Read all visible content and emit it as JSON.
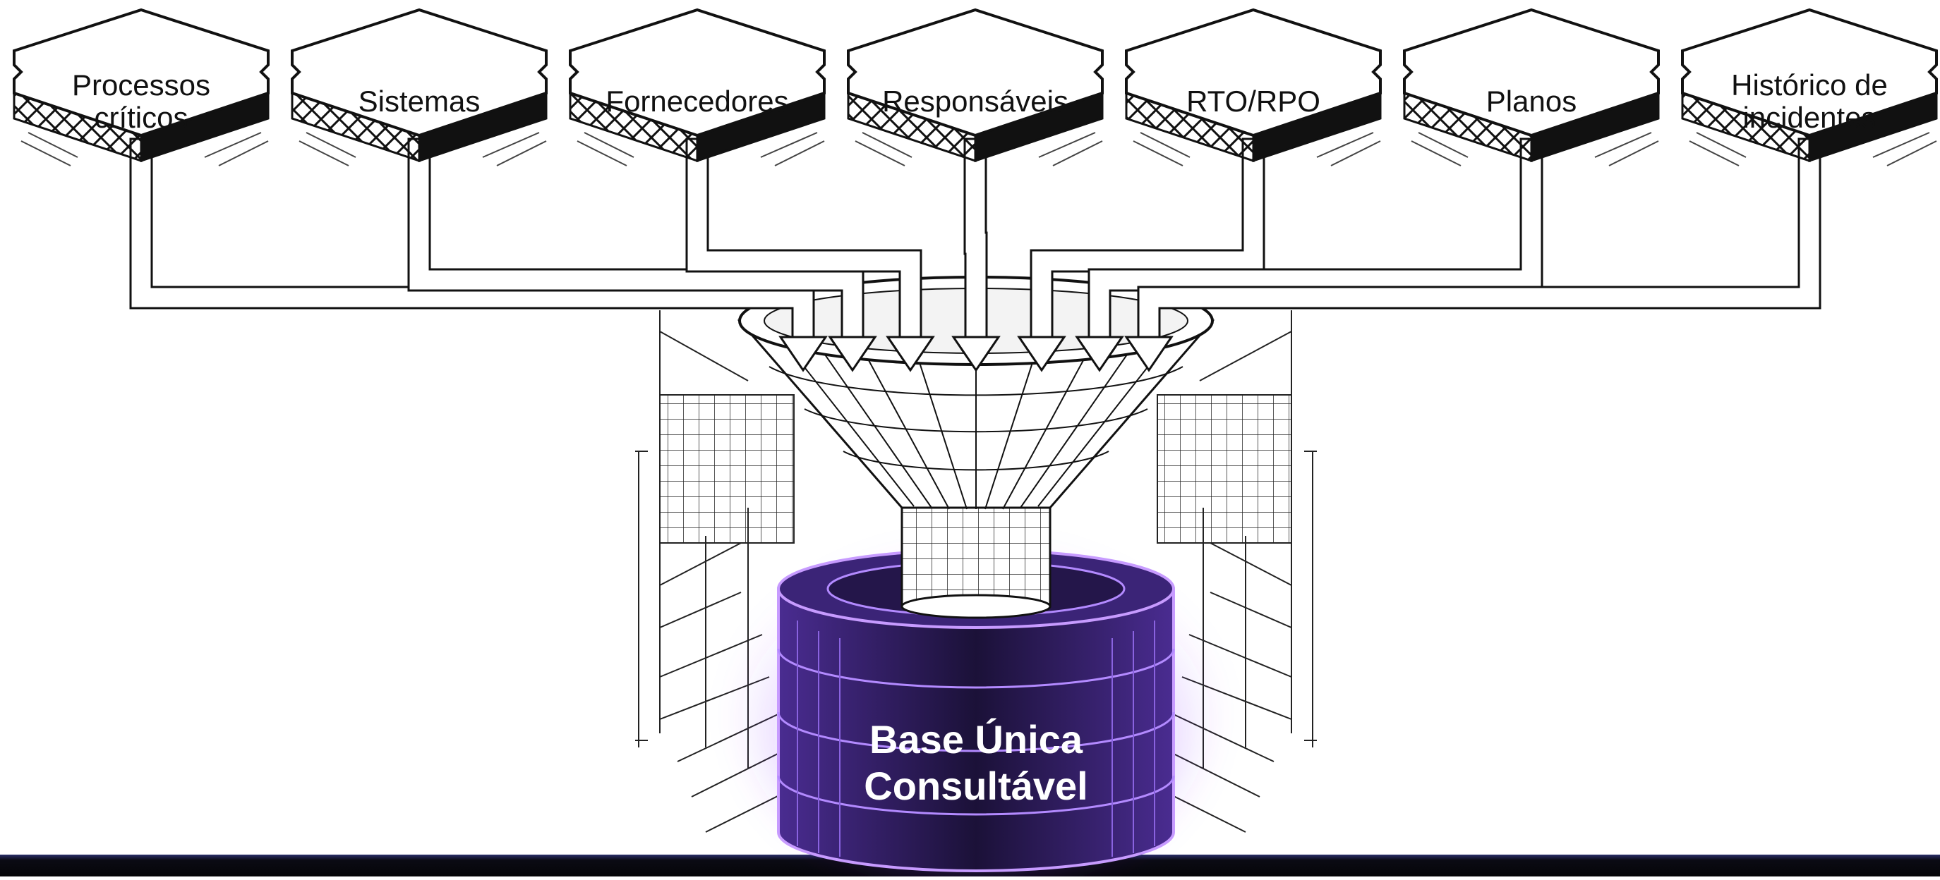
{
  "sources": [
    {
      "id": "processos",
      "lines": [
        "Processos",
        "críticos"
      ]
    },
    {
      "id": "sistemas",
      "lines": [
        "Sistemas"
      ]
    },
    {
      "id": "fornecedores",
      "lines": [
        "Fornecedores"
      ]
    },
    {
      "id": "responsaveis",
      "lines": [
        "Responsáveis"
      ]
    },
    {
      "id": "rto-rpo",
      "lines": [
        "RTO/RPO"
      ]
    },
    {
      "id": "planos",
      "lines": [
        "Planos"
      ]
    },
    {
      "id": "historico",
      "lines": [
        "Histórico de",
        "incidentes"
      ]
    }
  ],
  "target": {
    "lines": [
      "Base Única",
      "Consultável"
    ]
  },
  "colors": {
    "ink": "#111111",
    "paper": "#ffffff",
    "glow": "#9b4dff",
    "db_dark": "#1a0f33",
    "db_mid": "#3a2470",
    "bottom_band": "#07070b"
  }
}
